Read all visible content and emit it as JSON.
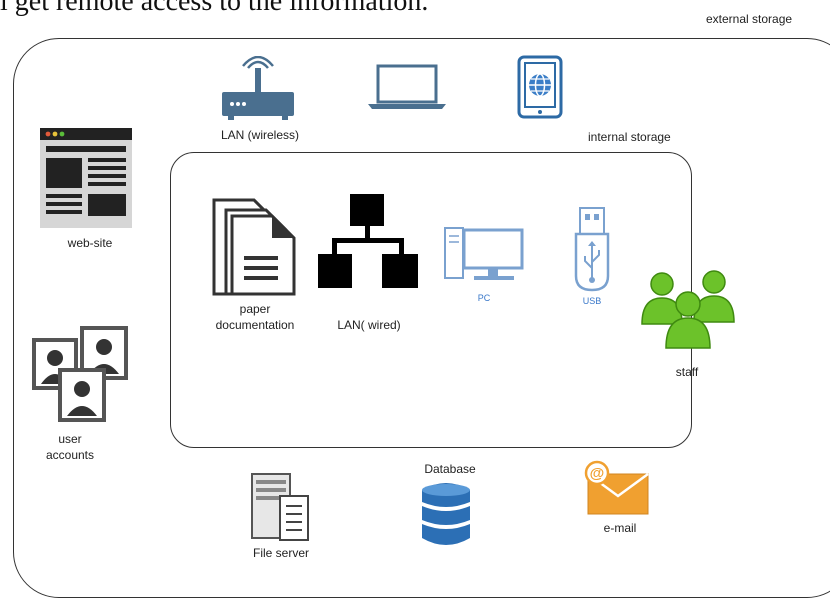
{
  "header": {
    "cut_text": "l get remote access to the information."
  },
  "containers": {
    "external_label": "external storage",
    "internal_label": "internal storage"
  },
  "nodes": {
    "lan_wireless": {
      "label": "LAN (wireless)",
      "icon": "wifi-router-icon"
    },
    "laptop": {
      "icon": "laptop-icon"
    },
    "tablet": {
      "icon": "tablet-globe-icon"
    },
    "website": {
      "label": "web-site",
      "icon": "website-icon"
    },
    "user_accounts": {
      "label_line1": "user",
      "label_line2": "accounts",
      "icon": "user-accounts-icon"
    },
    "paper_documentation": {
      "label_line1": "paper",
      "label_line2": "documentation",
      "icon": "document-icon"
    },
    "lan_wired": {
      "label": "LAN( wired)",
      "icon": "network-tree-icon"
    },
    "pc": {
      "label": "PC",
      "icon": "pc-icon"
    },
    "usb": {
      "label": "USB",
      "icon": "usb-icon"
    },
    "staff": {
      "label": "staff",
      "icon": "staff-group-icon"
    },
    "file_server": {
      "label": "File server",
      "icon": "file-server-icon"
    },
    "database": {
      "label": "Database",
      "icon": "database-icon"
    },
    "email": {
      "label": "e-mail",
      "icon": "email-icon"
    }
  },
  "colors": {
    "staff_green": "#6cc22a",
    "database_blue": "#2c6fb5",
    "email_orange": "#f0a030",
    "device_blue": "#3a78c9"
  }
}
